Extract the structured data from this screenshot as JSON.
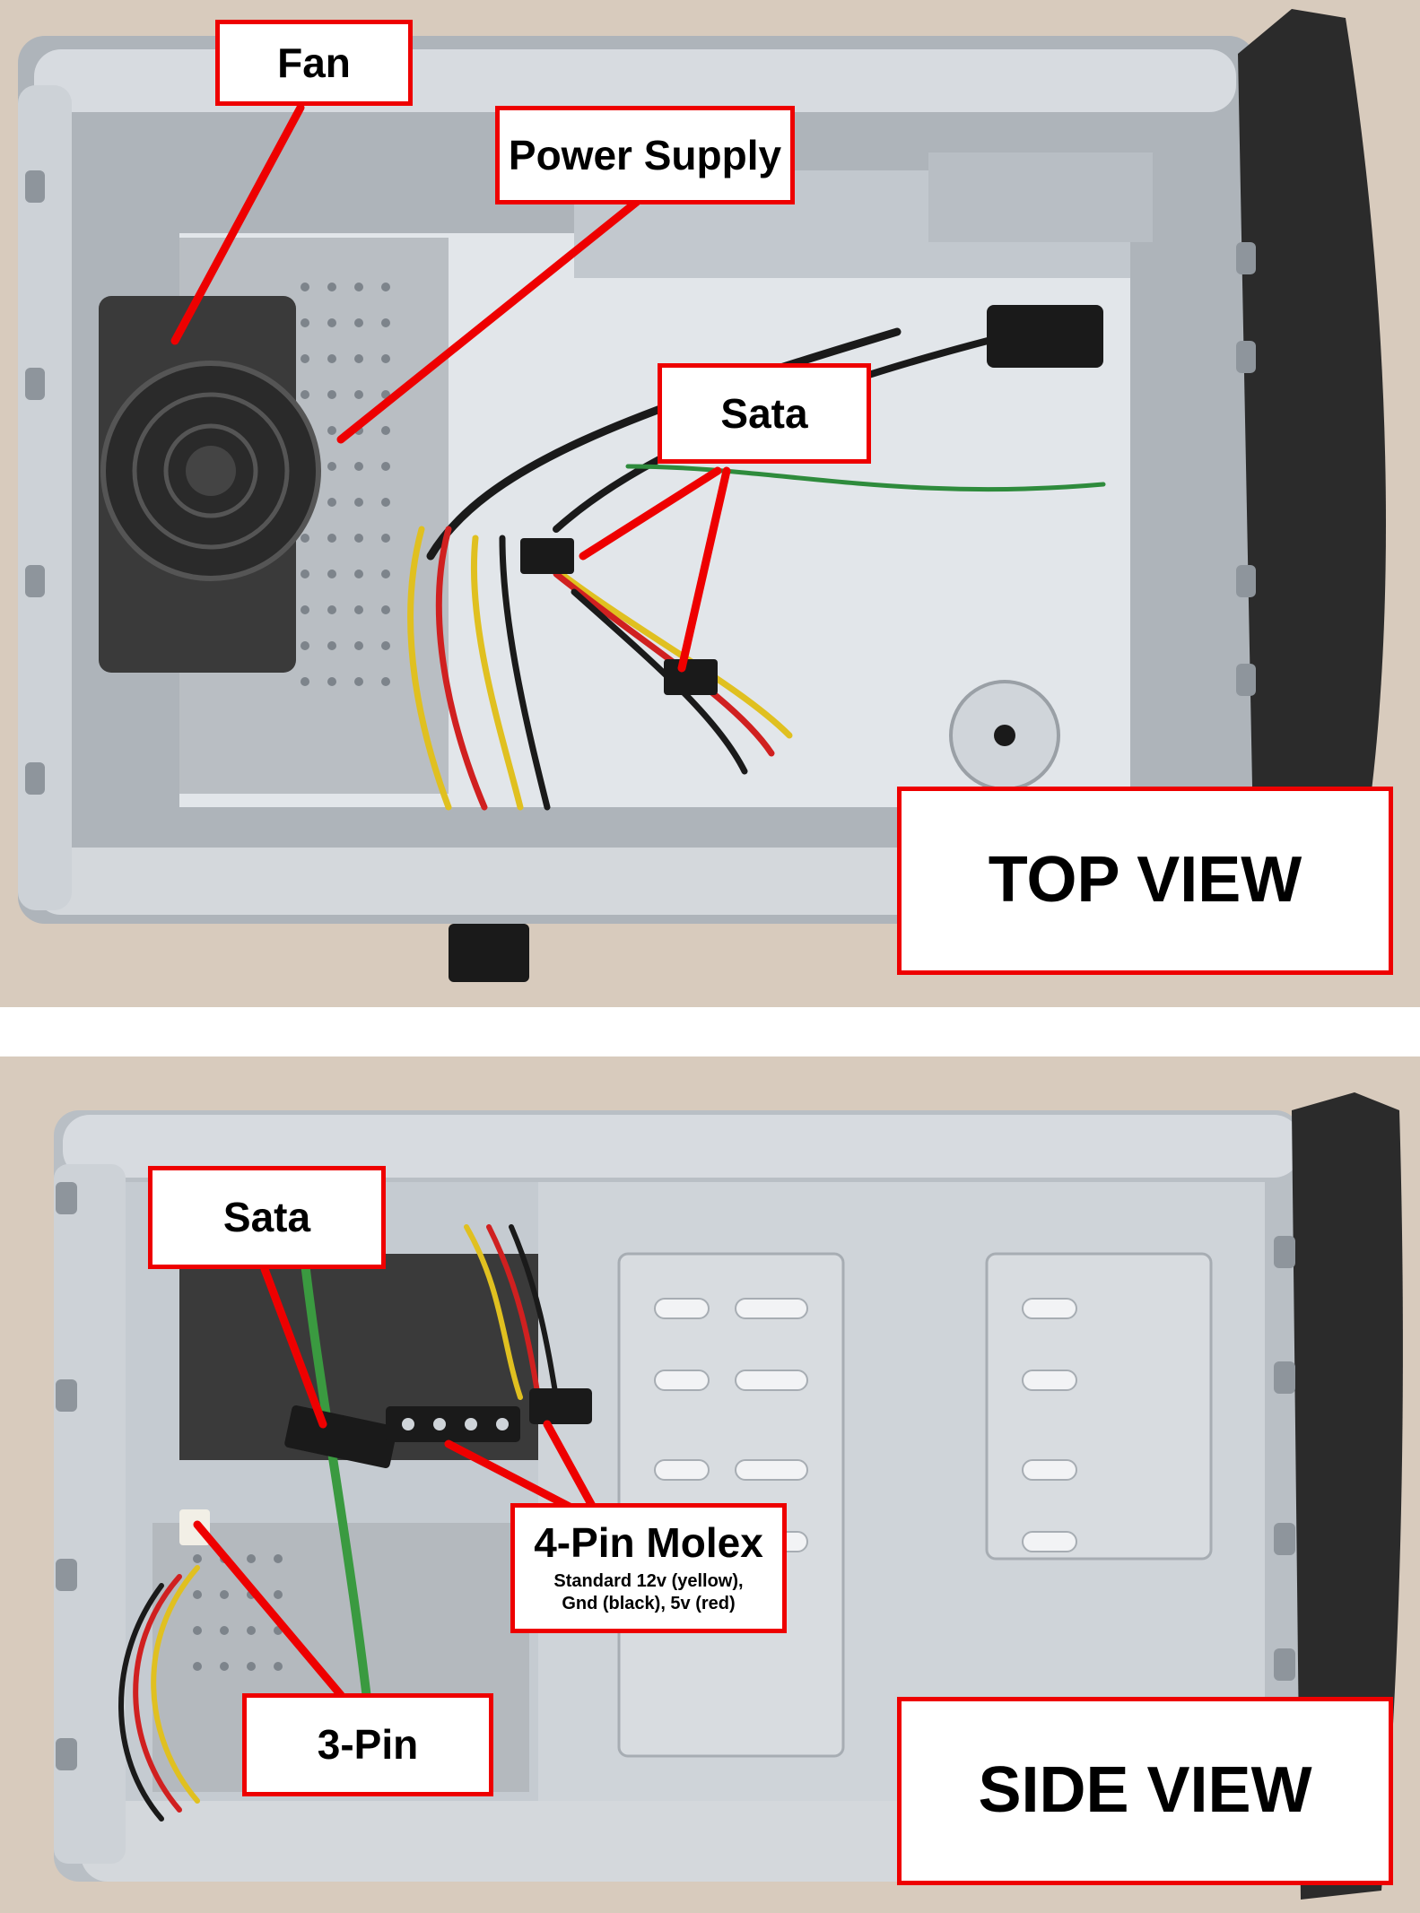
{
  "top_view": {
    "heading": "TOP VIEW",
    "labels": {
      "fan": "Fan",
      "power_supply": "Power Supply",
      "sata": "Sata"
    }
  },
  "side_view": {
    "heading": "SIDE VIEW",
    "labels": {
      "sata": "Sata",
      "molex_title": "4-Pin Molex",
      "molex_detail_line1": "Standard 12v (yellow),",
      "molex_detail_line2": "Gnd (black), 5v (red)",
      "three_pin": "3-Pin"
    }
  },
  "colors": {
    "callout_border": "#ee0000",
    "leader_line": "#ee0000",
    "chassis": "#c8cdd2",
    "carpet": "#d9ccbf",
    "front_bezel": "#2b2b2b"
  }
}
